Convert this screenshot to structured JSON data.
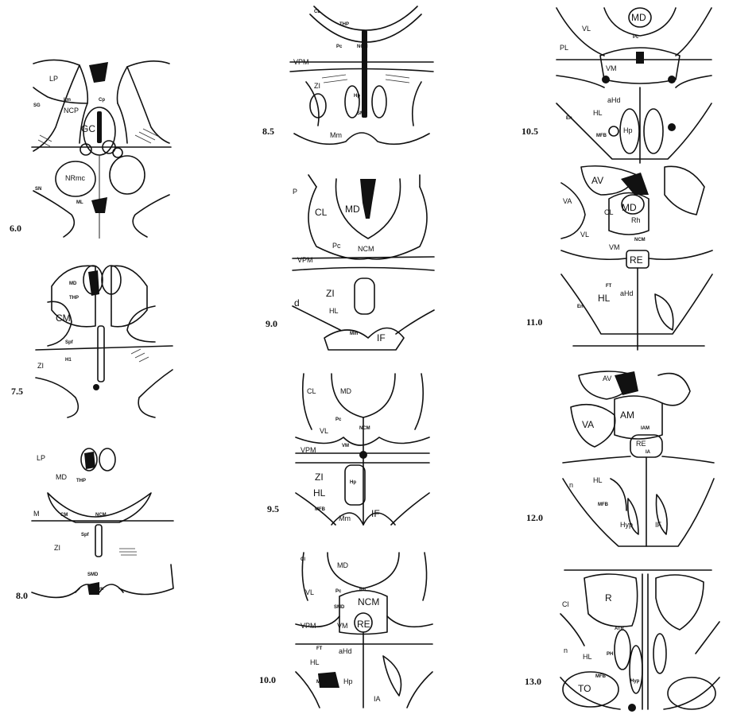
{
  "sections": [
    {
      "level": "6.0",
      "labels": [
        "LP",
        "Lm",
        "Cp",
        "SG",
        "NCP",
        "GC",
        "NRmc",
        "SN",
        "ML"
      ]
    },
    {
      "level": "7.5",
      "labels": [
        "MD",
        "THP",
        "CM",
        "Spf",
        "ZI",
        "H1"
      ]
    },
    {
      "level": "8.0",
      "labels": [
        "LP",
        "MD",
        "THP",
        "CM",
        "NCM",
        "Spf",
        "ZI",
        "SMD",
        "Mm",
        "M"
      ]
    },
    {
      "level": "8.5",
      "labels": [
        "CL",
        "THP",
        "Pc",
        "NCM",
        "VPM",
        "ZI",
        "Hp",
        "SMD",
        "Mm"
      ]
    },
    {
      "level": "9.0",
      "labels": [
        "P",
        "CL",
        "MD",
        "Pc",
        "NCM",
        "VPM",
        "ZI",
        "HL",
        "Mm",
        "IF",
        "d"
      ]
    },
    {
      "level": "9.5",
      "labels": [
        "CL",
        "MD",
        "Pc",
        "NCM",
        "VL",
        "VM",
        "VPM",
        "ZI",
        "HL",
        "Hp",
        "MFB",
        "Mm",
        "IF"
      ]
    },
    {
      "level": "10.0",
      "labels": [
        "Cl",
        "MD",
        "VL",
        "Pc",
        "Rh",
        "NCM",
        "SMD",
        "VPM",
        "VM",
        "RE",
        "FT",
        "aHd",
        "HL",
        "MFB",
        "Hp",
        "IA"
      ]
    },
    {
      "level": "10.5",
      "labels": [
        "MD",
        "VL",
        "Pc",
        "PL",
        "VM",
        "aHd",
        "HL",
        "MFB",
        "Hp",
        "En"
      ]
    },
    {
      "level": "11.0",
      "labels": [
        "AV",
        "VA",
        "MD",
        "CL",
        "Rh",
        "VL",
        "NCM",
        "VM",
        "RE",
        "aHd",
        "HL",
        "FT",
        "En"
      ]
    },
    {
      "level": "12.0",
      "labels": [
        "AV",
        "AM",
        "VA",
        "IAM",
        "RE",
        "IA",
        "HL",
        "MFB",
        "Hyp",
        "IF",
        "n"
      ]
    },
    {
      "level": "13.0",
      "labels": [
        "R",
        "Cl",
        "ATR",
        "HL",
        "PH",
        "MFB",
        "Hyp",
        "TO",
        "n"
      ]
    }
  ]
}
